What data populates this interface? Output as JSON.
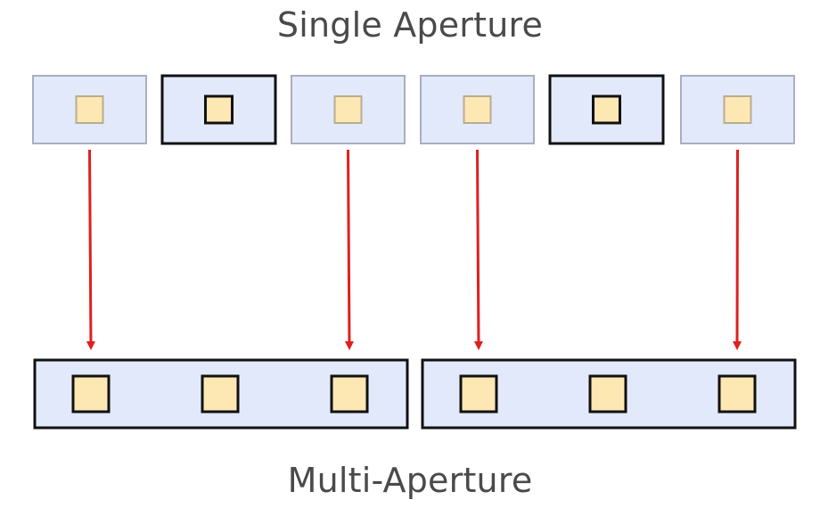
{
  "titles": {
    "single": "Single Aperture",
    "multi": "Multi-Aperture"
  },
  "colors": {
    "panel_fill": "#e2e9fb",
    "panel_faded_stroke": "#a9aec0",
    "panel_active_stroke": "#111111",
    "cell_fill": "#fde7b3",
    "cell_faded_stroke": "#b8ad8f",
    "cell_active_stroke": "#111111",
    "arrow": "#e01f1f"
  },
  "single_apertures": [
    {
      "state": "faded"
    },
    {
      "state": "active"
    },
    {
      "state": "faded"
    },
    {
      "state": "faded"
    },
    {
      "state": "active"
    },
    {
      "state": "faded"
    }
  ],
  "multi_apertures": [
    {
      "cells": 3
    },
    {
      "cells": 3
    }
  ],
  "arrows": [
    {
      "from_single": 0,
      "to_multi_cell": 0
    },
    {
      "from_single": 2,
      "to_multi_cell": 2
    },
    {
      "from_single": 3,
      "to_multi_cell": 3
    },
    {
      "from_single": 5,
      "to_multi_cell": 5
    }
  ]
}
